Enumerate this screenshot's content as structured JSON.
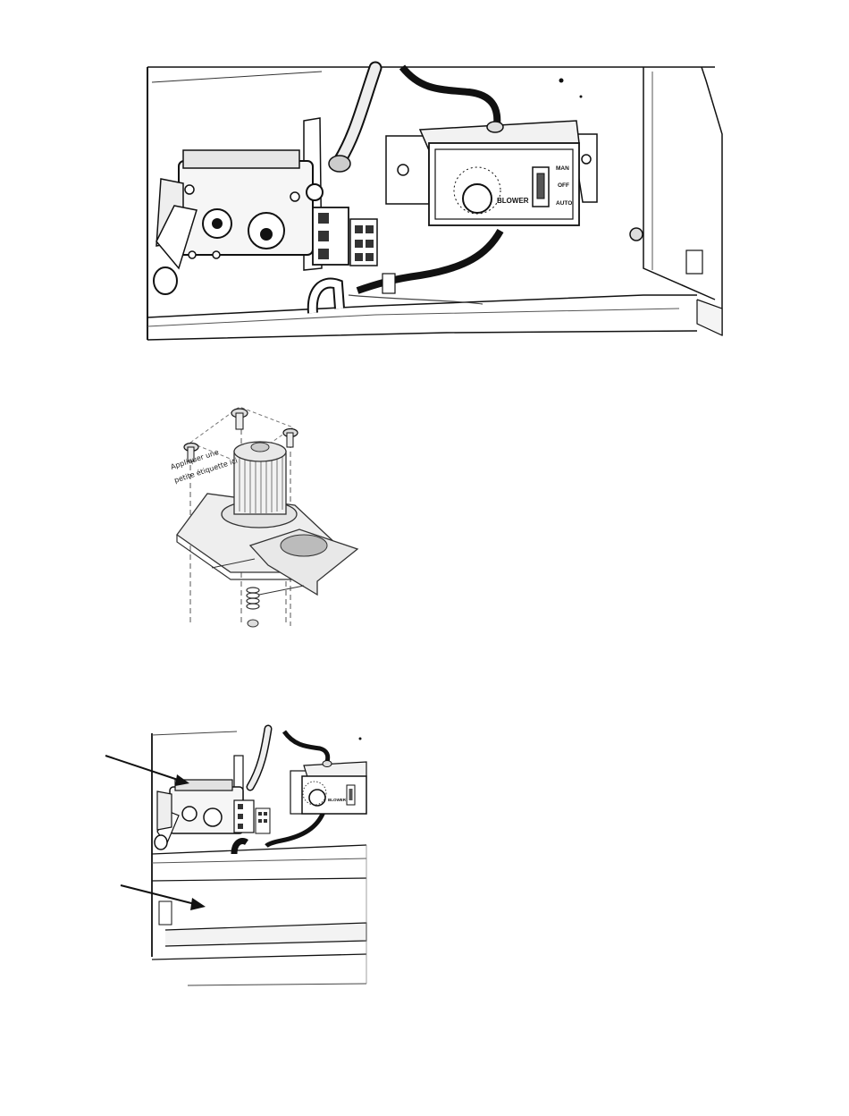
{
  "figure1": {
    "control_box": {
      "knob_label": "BLOWER",
      "switch_positions": [
        "MAN",
        "OFF",
        "AUTO"
      ]
    }
  },
  "figure2": {
    "label_note_line1": "Appliquer une",
    "label_note_line2": "petite étiquette ici"
  },
  "figure3": {
    "control_box": {
      "knob_label": "BLOWER"
    }
  }
}
